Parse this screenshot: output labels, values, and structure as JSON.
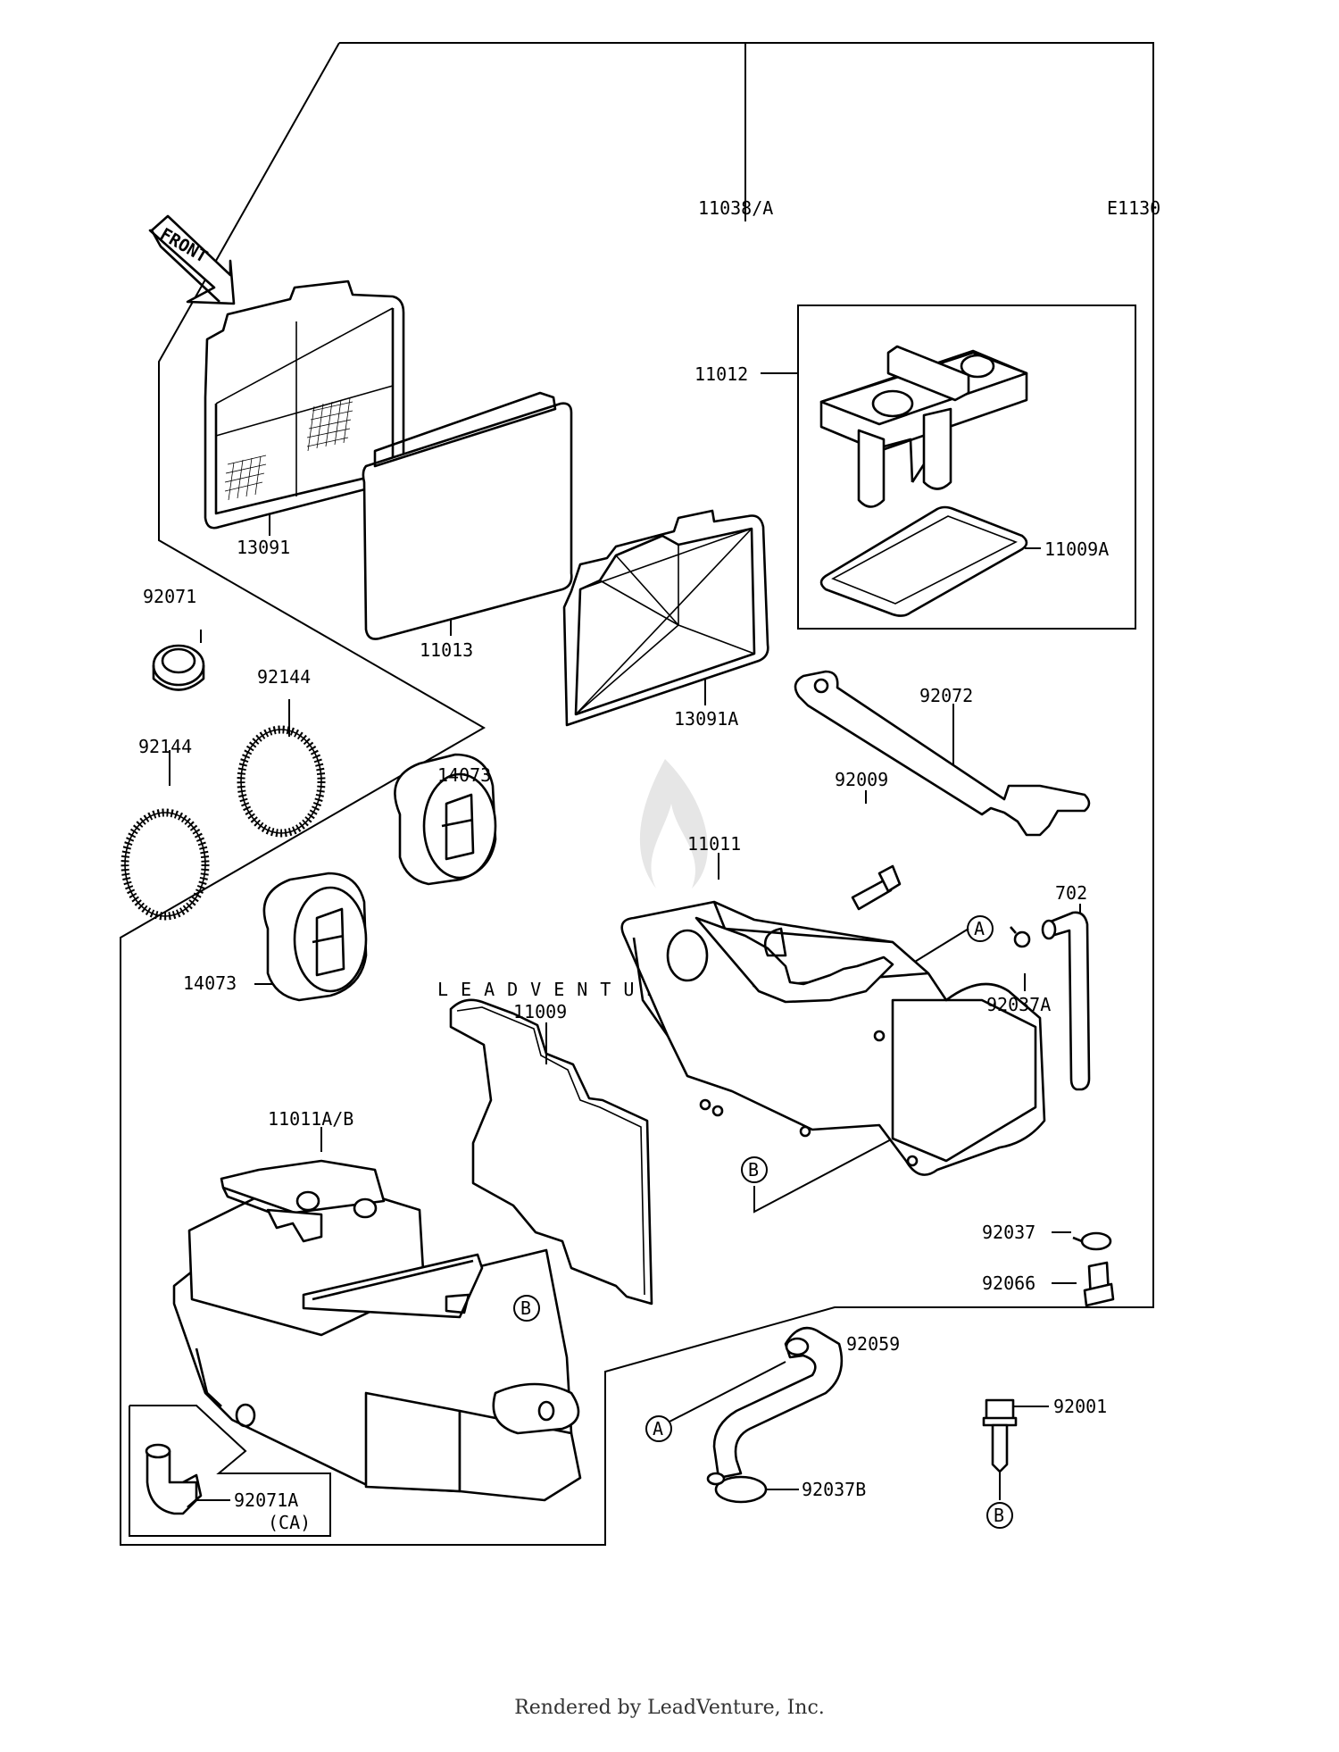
{
  "diagram": {
    "code": "E1130",
    "front_label": "FRONT",
    "watermark": "LEADVENTURE",
    "parts": {
      "p11038A": "11038/A",
      "p11012": "11012",
      "p11009A": "11009A",
      "p13091": "13091",
      "p11013": "11013",
      "p13091A": "13091A",
      "p92071": "92071",
      "p92144a": "92144",
      "p92144b": "92144",
      "p14073a": "14073",
      "p14073b": "14073",
      "p92072": "92072",
      "p92009": "92009",
      "p11011": "11011",
      "p702": "702",
      "p92037A": "92037A",
      "p11009": "11009",
      "p11011AB": "11011A/B",
      "p92037": "92037",
      "p92066": "92066",
      "p92059": "92059",
      "p92001": "92001",
      "p92037B": "92037B",
      "p92071A": "92071A",
      "p92071A_note": "(CA)"
    },
    "refs": {
      "A": "A",
      "B": "B"
    }
  },
  "footer": "Rendered by LeadVenture, Inc."
}
